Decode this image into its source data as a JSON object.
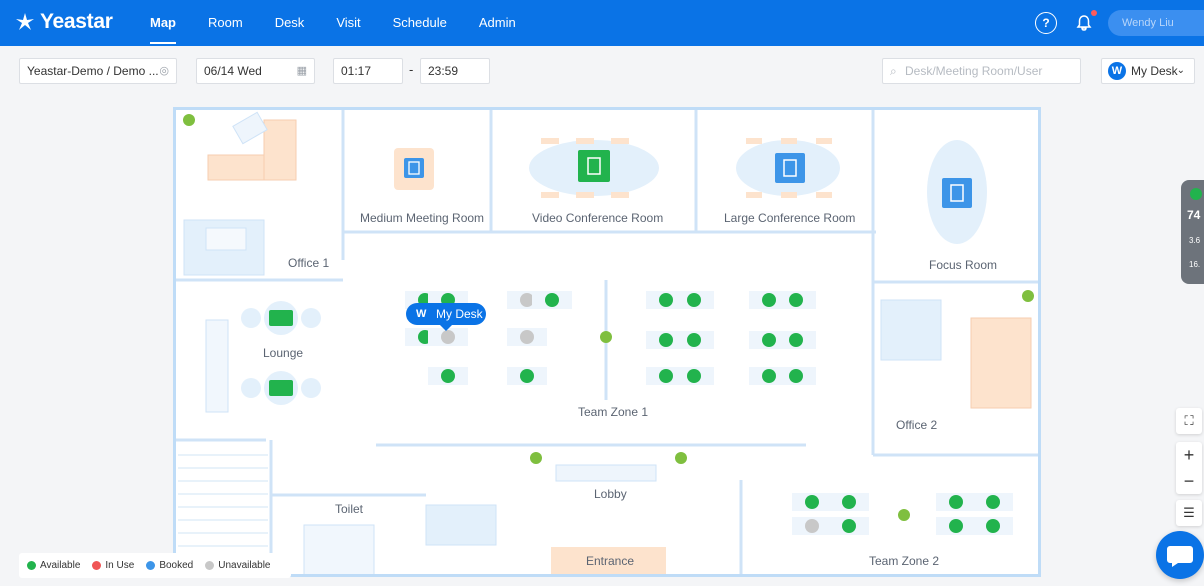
{
  "brand": {
    "name": "Yeastar"
  },
  "nav": {
    "items": [
      "Map",
      "Room",
      "Desk",
      "Visit",
      "Schedule",
      "Admin"
    ],
    "active": "Map"
  },
  "header": {
    "user_name": "Wendy Liu"
  },
  "filters": {
    "location": "Yeastar-Demo / Demo ...",
    "date": "06/14 Wed",
    "start_time": "01:17",
    "separator": "-",
    "end_time": "23:59",
    "search_placeholder": "Desk/Meeting Room/User",
    "my_desk": "My Desk",
    "my_desk_initial": "W"
  },
  "map": {
    "rooms": {
      "medium_meeting": "Medium Meeting Room",
      "video_conference": "Video Conference Room",
      "large_conference": "Large Conference Room",
      "focus": "Focus Room",
      "office1": "Office 1",
      "office2": "Office 2",
      "lounge": "Lounge",
      "team_zone1": "Team Zone 1",
      "team_zone2": "Team Zone 2",
      "lobby": "Lobby",
      "toilet": "Toilet",
      "entrance": "Entrance"
    },
    "tooltip": {
      "initial": "W",
      "label": "My Desk"
    }
  },
  "legend": [
    {
      "label": "Available",
      "color": "#22b34d"
    },
    {
      "label": "In Use",
      "color": "#f05555"
    },
    {
      "label": "Booked",
      "color": "#3d95e8"
    },
    {
      "label": "Unavailable",
      "color": "#c8c8c8"
    }
  ],
  "side_widget": {
    "value": "74",
    "line1": "3.6",
    "line2": "16."
  },
  "colors": {
    "primary": "#0a73e6",
    "available": "#22b34d",
    "unavailable": "#c8c8c8",
    "booked": "#3d95e8"
  }
}
